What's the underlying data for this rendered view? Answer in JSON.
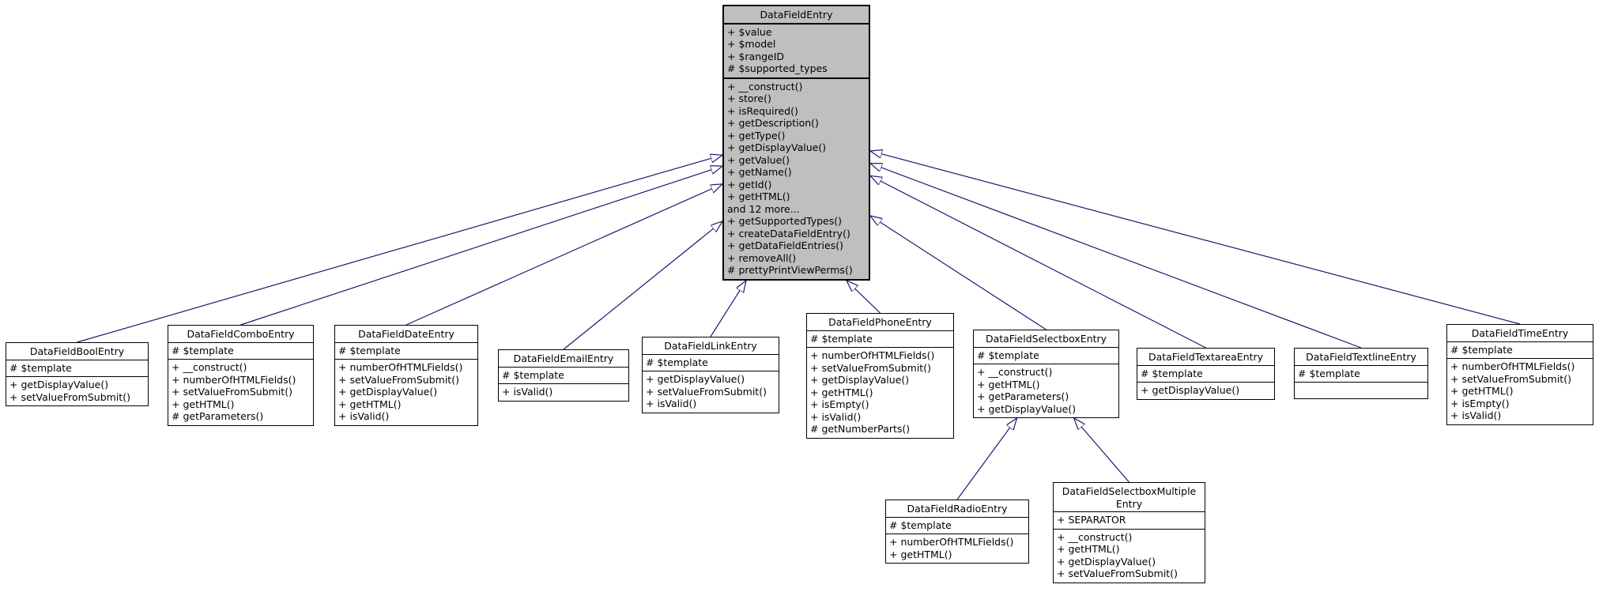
{
  "diagram": {
    "arrow_color": "#191970",
    "main_node_fill": "#bfbfbf",
    "node_fill": "#ffffff",
    "border_color": "#000000"
  },
  "classes": [
    {
      "id": "DataFieldEntry",
      "name": "DataFieldEntry",
      "main": true,
      "attributes": [
        "+ $value",
        "+ $model",
        "+ $rangeID",
        "# $supported_types"
      ],
      "methods": [
        "+ __construct()",
        "+ store()",
        "+ isRequired()",
        "+ getDescription()",
        "+ getType()",
        "+ getDisplayValue()",
        "+ getValue()",
        "+ getName()",
        "+ getId()",
        "+ getHTML()",
        "and 12 more...",
        "+ getSupportedTypes()",
        "+ createDataFieldEntry()",
        "+ getDataFieldEntries()",
        "+ removeAll()",
        "# prettyPrintViewPerms()"
      ]
    },
    {
      "id": "DataFieldBoolEntry",
      "name": "DataFieldBoolEntry",
      "main": false,
      "attributes": [
        "# $template"
      ],
      "methods": [
        "+ getDisplayValue()",
        "+ setValueFromSubmit()"
      ]
    },
    {
      "id": "DataFieldComboEntry",
      "name": "DataFieldComboEntry",
      "main": false,
      "attributes": [
        "# $template"
      ],
      "methods": [
        "+ __construct()",
        "+ numberOfHTMLFields()",
        "+ setValueFromSubmit()",
        "+ getHTML()",
        "# getParameters()"
      ]
    },
    {
      "id": "DataFieldDateEntry",
      "name": "DataFieldDateEntry",
      "main": false,
      "attributes": [
        "# $template"
      ],
      "methods": [
        "+ numberOfHTMLFields()",
        "+ setValueFromSubmit()",
        "+ getDisplayValue()",
        "+ getHTML()",
        "+ isValid()"
      ]
    },
    {
      "id": "DataFieldEmailEntry",
      "name": "DataFieldEmailEntry",
      "main": false,
      "attributes": [
        "# $template"
      ],
      "methods": [
        "+ isValid()"
      ]
    },
    {
      "id": "DataFieldLinkEntry",
      "name": "DataFieldLinkEntry",
      "main": false,
      "attributes": [
        "# $template"
      ],
      "methods": [
        "+ getDisplayValue()",
        "+ setValueFromSubmit()",
        "+ isValid()"
      ]
    },
    {
      "id": "DataFieldPhoneEntry",
      "name": "DataFieldPhoneEntry",
      "main": false,
      "attributes": [
        "# $template"
      ],
      "methods": [
        "+ numberOfHTMLFields()",
        "+ setValueFromSubmit()",
        "+ getDisplayValue()",
        "+ getHTML()",
        "+ isEmpty()",
        "+ isValid()",
        "# getNumberParts()"
      ]
    },
    {
      "id": "DataFieldSelectboxEntry",
      "name": "DataFieldSelectboxEntry",
      "main": false,
      "attributes": [
        "# $template"
      ],
      "methods": [
        "+ __construct()",
        "+ getHTML()",
        "+ getParameters()",
        "+ getDisplayValue()"
      ]
    },
    {
      "id": "DataFieldTextareaEntry",
      "name": "DataFieldTextareaEntry",
      "main": false,
      "attributes": [
        "# $template"
      ],
      "methods": [
        "+ getDisplayValue()"
      ]
    },
    {
      "id": "DataFieldTextlineEntry",
      "name": "DataFieldTextlineEntry",
      "main": false,
      "attributes": [
        "# $template"
      ],
      "methods": []
    },
    {
      "id": "DataFieldTimeEntry",
      "name": "DataFieldTimeEntry",
      "main": false,
      "attributes": [
        "# $template"
      ],
      "methods": [
        "+ numberOfHTMLFields()",
        "+ setValueFromSubmit()",
        "+ getHTML()",
        "+ isEmpty()",
        "+ isValid()"
      ]
    },
    {
      "id": "DataFieldRadioEntry",
      "name": "DataFieldRadioEntry",
      "main": false,
      "attributes": [
        "# $template"
      ],
      "methods": [
        "+ numberOfHTMLFields()",
        "+ getHTML()"
      ]
    },
    {
      "id": "DataFieldSelectboxMultipleEntry",
      "name": "DataFieldSelectboxMultiple\nEntry",
      "main": false,
      "attributes": [
        "+ SEPARATOR"
      ],
      "methods": [
        "+ __construct()",
        "+ getHTML()",
        "+ getDisplayValue()",
        "+ setValueFromSubmit()"
      ]
    }
  ],
  "relations": [
    {
      "from": "DataFieldBoolEntry",
      "to": "DataFieldEntry",
      "type": "inheritance"
    },
    {
      "from": "DataFieldComboEntry",
      "to": "DataFieldEntry",
      "type": "inheritance"
    },
    {
      "from": "DataFieldDateEntry",
      "to": "DataFieldEntry",
      "type": "inheritance"
    },
    {
      "from": "DataFieldEmailEntry",
      "to": "DataFieldEntry",
      "type": "inheritance"
    },
    {
      "from": "DataFieldLinkEntry",
      "to": "DataFieldEntry",
      "type": "inheritance"
    },
    {
      "from": "DataFieldPhoneEntry",
      "to": "DataFieldEntry",
      "type": "inheritance"
    },
    {
      "from": "DataFieldSelectboxEntry",
      "to": "DataFieldEntry",
      "type": "inheritance"
    },
    {
      "from": "DataFieldTextareaEntry",
      "to": "DataFieldEntry",
      "type": "inheritance"
    },
    {
      "from": "DataFieldTextlineEntry",
      "to": "DataFieldEntry",
      "type": "inheritance"
    },
    {
      "from": "DataFieldTimeEntry",
      "to": "DataFieldEntry",
      "type": "inheritance"
    },
    {
      "from": "DataFieldRadioEntry",
      "to": "DataFieldSelectboxEntry",
      "type": "inheritance"
    },
    {
      "from": "DataFieldSelectboxMultipleEntry",
      "to": "DataFieldSelectboxEntry",
      "type": "inheritance"
    }
  ]
}
